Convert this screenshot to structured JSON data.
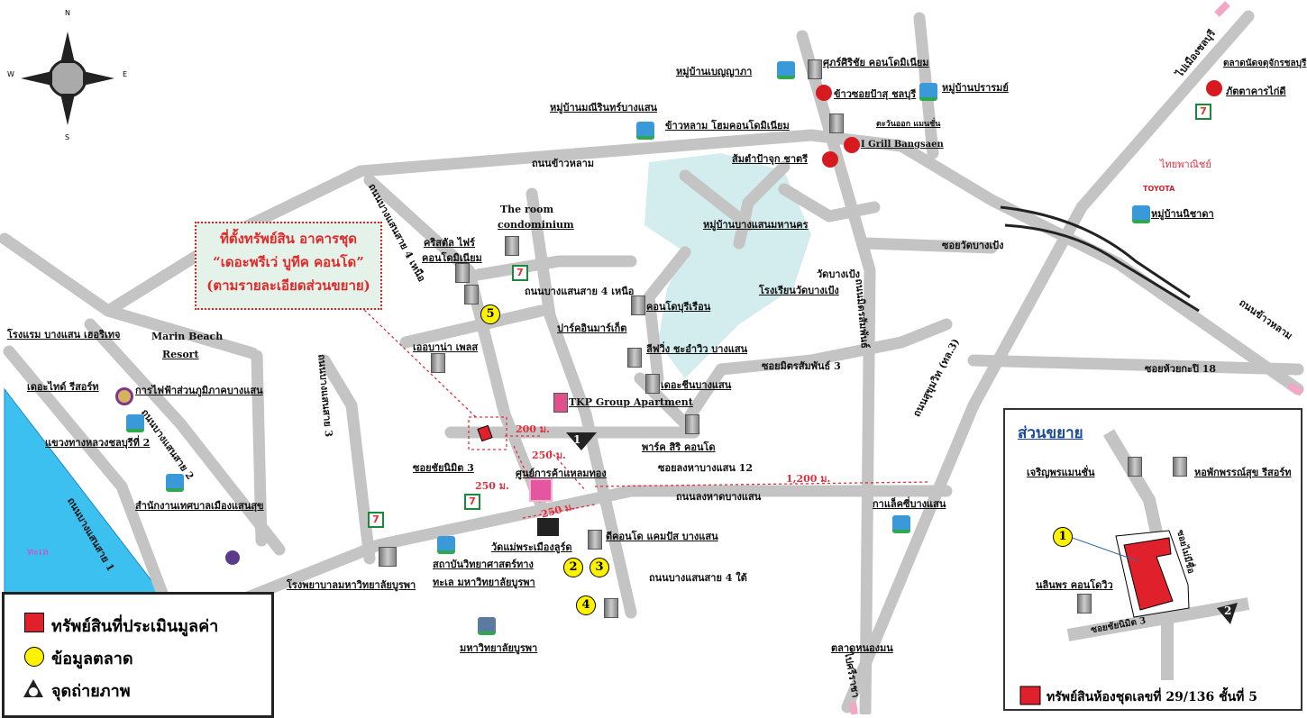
{
  "compass": {
    "n": "N",
    "s": "S",
    "e": "E",
    "w": "W"
  },
  "callout": {
    "line1": "ที่ตั้งทรัพย์สิน อาคารชุด",
    "line2": "“เดอะพรีเว่ บูทีค คอนโด”",
    "line3": "(ตามรายละเอียดส่วนขยาย)"
  },
  "roads": {
    "khao_lam": "ถนนข้าวหลาม",
    "khao_lam_east": "ถนนข้าวหลาม",
    "bangsaen4_north_diag": "ถนนบางแสนสาย 4 เหนือ",
    "bangsaen4_north": "ถนนบางแสนสาย 4 เหนือ",
    "bangsaen3": "ถนนบางแสนสาย 3",
    "bangsaen2": "ถนนบางแสนสาย 2",
    "bangsaen1": "ถนนบางแสนสาย 1",
    "long_hat": "ถนนลงหาดบางแสน",
    "mitsamphan": "ถนนมิตรสัมพันธ์",
    "soi_mitsamphan3": "ซอยมิตรสัมพันธ์ 3",
    "soi_wat_bangpueng": "ซอยวัดบางเป้ง",
    "sukhumvit": "ถนนสุขุมวิท (ทล.3)",
    "soi_huai_kapi18": "ซอยห้วยกะปิ 18",
    "soi_chainimit3": "ซอยชัยนิมิต 3",
    "soi_long_hat12": "ซอยลงหาบางแสน 12",
    "bangsaen4_south": "ถนนบางแสนสาย 4 ใต้",
    "to_chonburi": "ไปเมืองชลบุรี",
    "to_sriracha": "ไปศรีราชา"
  },
  "places": {
    "benyapha": "หมู่บ้านเบญญาภา",
    "sukserichai": "ศุภร์ศิริชัย คอนโดมิเนียม",
    "khao_soi": "ข้าวซอยป้าสุ ชลบุรี",
    "prarom": "หมู่บ้านปรารมย์",
    "maneerin": "หมู่บ้านมณีรินทร์บางแสน",
    "khaolam_home": "ข้าวหลาม โฮมคอนโดมิเนียม",
    "tawan_ok": "ตะวันออก แมนชั่น",
    "igrill": "I Grill Bangsaen",
    "somtam": "ส้มตำป้าจุก ชาตรี",
    "talad_nat": "ตลาดนัดจตุจักรชลบุรี",
    "pattakarn": "ภัตตาคารไก่ดี",
    "thai_panich": "ไทยพาณิชย์",
    "toyota": "TOYOTA",
    "nichada": "หมู่บ้านนิชาดา",
    "bangsaen_mahanakorn": "หมู่บ้านบางแสนมหานคร",
    "wat_bangpueng": "วัดบางเป้ง",
    "school_bangpueng": "โรงเรียนวัดบางเป้ง",
    "the_room_1": "The room",
    "the_room_2": "condominium",
    "crystal_1": "คริสตัล ไฟร์",
    "crystal_2": "คอนโดมิเนียม",
    "park_in": "ปาร์คอินมาร์เก็ต",
    "condo_building": "คอนโดบุรีเรือน",
    "sea_view": "ลีฟวิ่ง ชะอำวิว บางแสน",
    "the_chin": "เดอะชีนบางแสน",
    "abana": "เออบาน่า เพลส",
    "tkp": "TKP Group Apartment",
    "park_siri": "พาร์ค สิริ คอนโด",
    "laemthong": "ศูนย์การค้าแหลมทอง",
    "wat_mae": "วัดแม่พระเมืองลูร์ด",
    "d_condo": "ดีคอนโด แคมปัส บางแสน",
    "kalae": "กาแล็คซี่บางแสน",
    "hotel_bangsaen": "โรงแรม บางแสน เฮอริเทจ",
    "marin_1": "Marin Beach",
    "marin_2": "Resort",
    "the_tide": "เดอะไทด์ รีสอร์ท",
    "pea": "การไฟฟ้าส่วนภูมิภาคบางแสน",
    "highway2": "แขวงทางหลวงชลบุรีที่ 2",
    "municipal": "สำนักงานเทศบาลเมืองแสนสุข",
    "sea": "ทะเล",
    "hospital": "โรงพยาบาลมหาวิทยาลัยบูรพา",
    "marine_inst_1": "สถาบันวิทยาศาสตร์ทาง",
    "marine_inst_2": "ทะเล มหาวิทยาลัยบูรพา",
    "buu": "มหาวิทยาลัยบูรพา",
    "talad_nongmon": "ตลาดหนองมน"
  },
  "distances": {
    "d1": "200 ม.",
    "d2": "250 ม.",
    "d3": "250 ม.",
    "d4": "250 ม.",
    "d5": "1,200 ม."
  },
  "markers": {
    "m1": "1",
    "m2": "2",
    "m3": "3",
    "m4": "4",
    "m5": "5"
  },
  "legend": {
    "subject": "ทรัพย์สินที่ประเมินมูลค่า",
    "market": "ข้อมูลตลาด",
    "photo": "จุดถ่ายภาพ"
  },
  "inset": {
    "title": "ส่วนขยาย",
    "charoenporn": "เจริญพรแมนชั่น",
    "hophak": "หอพักพรรณ์สุข รีสอร์ท",
    "nalinporn": "นลินพร คอนโดวิว",
    "soi_tao": "ซอยไม่มีชื่อ",
    "soi_chainimit3": "ซอยชัยนิมิต 3",
    "marker1": "1",
    "marker2": "2",
    "legend": "ทรัพย์สินห้องชุดเลขที่ 29/136 ชั้นที่ 5"
  },
  "colors": {
    "road": "#c4c4c4",
    "sea": "#3cc0ef",
    "park": "#d3ecee",
    "subject": "#e0202a",
    "market": "#fff200"
  }
}
